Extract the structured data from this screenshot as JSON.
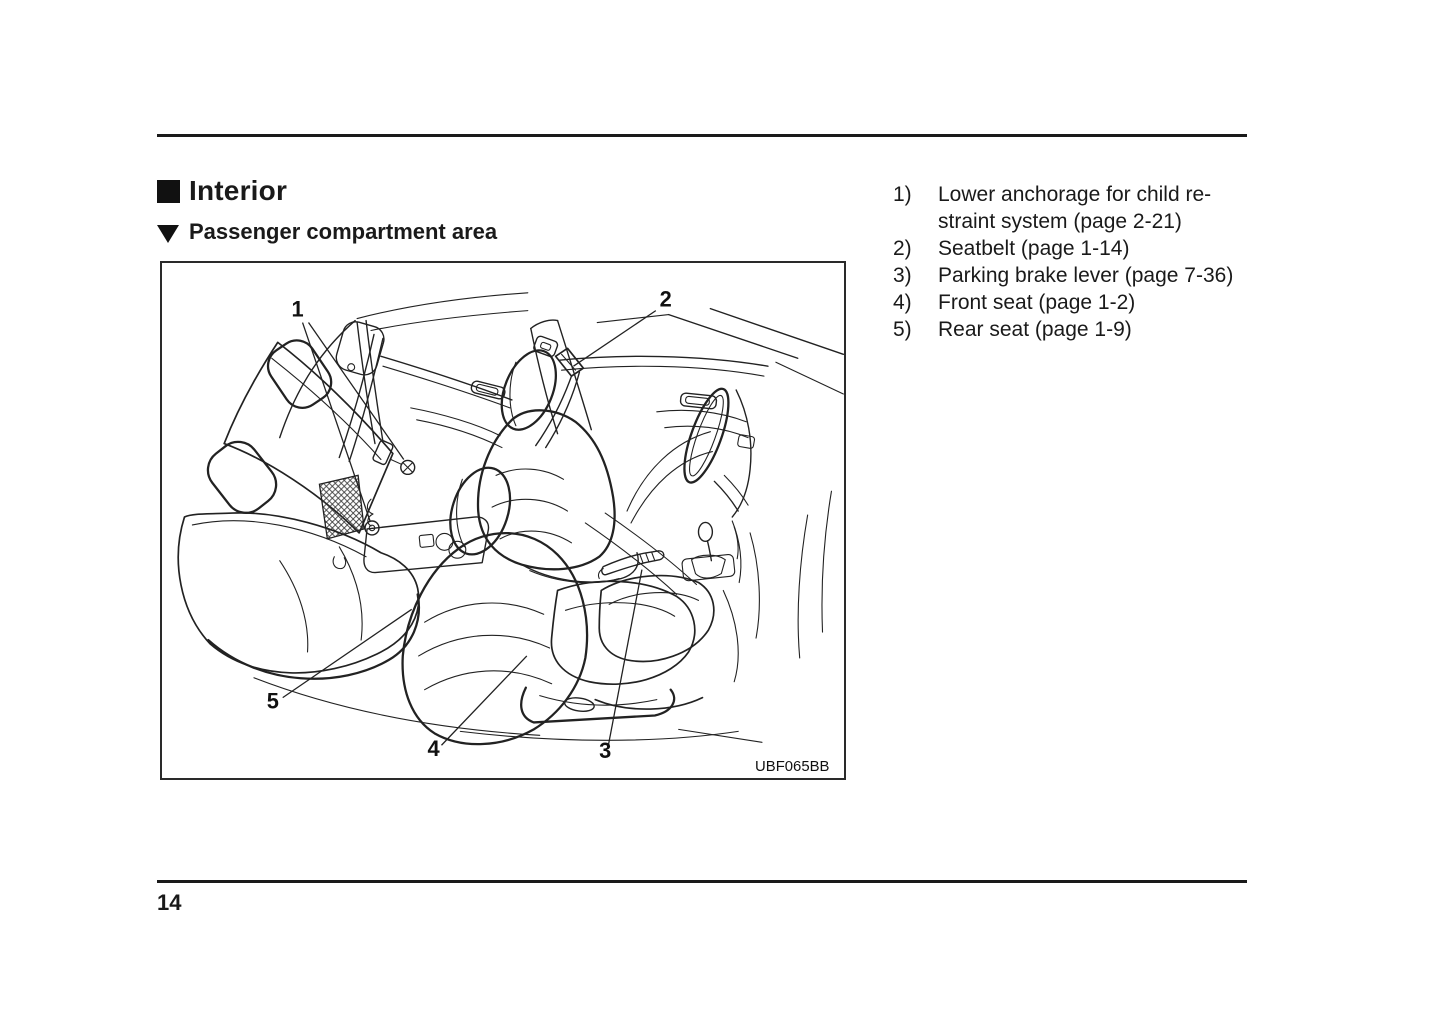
{
  "header": {
    "section_title": "Interior",
    "subsection_title": "Passenger compartment area"
  },
  "figure": {
    "code": "UBF065BB",
    "callouts": [
      {
        "n": "1"
      },
      {
        "n": "2"
      },
      {
        "n": "3"
      },
      {
        "n": "4"
      },
      {
        "n": "5"
      }
    ]
  },
  "legend": {
    "items": [
      {
        "num": "1)",
        "lines": [
          "Lower anchorage for child re-",
          "straint system (page 2-21)"
        ]
      },
      {
        "num": "2)",
        "lines": [
          "Seatbelt (page 1-14)"
        ]
      },
      {
        "num": "3)",
        "lines": [
          "Parking brake lever (page 7-36)"
        ]
      },
      {
        "num": "4)",
        "lines": [
          "Front seat (page 1-2)"
        ]
      },
      {
        "num": "5)",
        "lines": [
          "Rear seat (page 1-9)"
        ]
      }
    ]
  },
  "page": {
    "number": "14"
  },
  "colors": {
    "ink": "#1a1a1a"
  }
}
